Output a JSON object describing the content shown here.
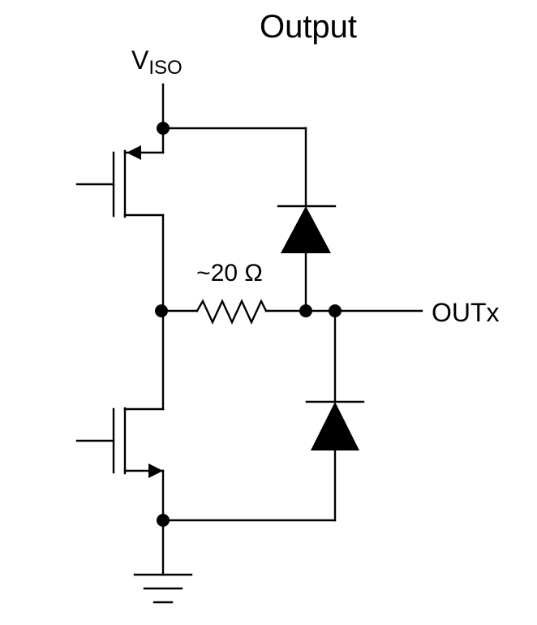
{
  "title": "Output",
  "supply_label": {
    "main": "V",
    "subscript": "ISO"
  },
  "resistor_label": "~20 Ω",
  "output_label": "OUTx"
}
